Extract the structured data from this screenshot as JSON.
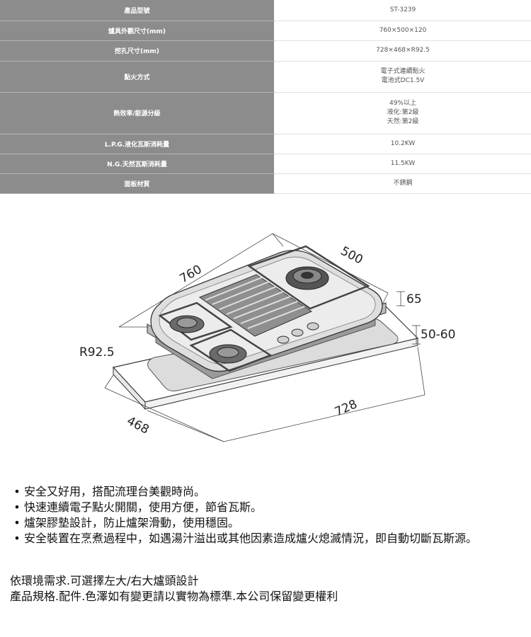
{
  "spec_table": [
    {
      "label": "產品型號",
      "value": [
        "ST-3239"
      ]
    },
    {
      "label": "爐具外觀尺寸(mm)",
      "value": [
        "760×500×120"
      ]
    },
    {
      "label": "挖孔尺寸(mm)",
      "value": [
        "728×468×R92.5"
      ]
    },
    {
      "label": "點火方式",
      "value": [
        "電子式連續點火",
        "電池式DC1.5V"
      ]
    },
    {
      "label": "熱效率/能源分級",
      "value": [
        "49%以上",
        "液化:第2級",
        "天然:第2級"
      ]
    },
    {
      "label": "L.P.G.液化瓦斯消耗量",
      "value": [
        "10.2KW"
      ]
    },
    {
      "label": "N.G.天然瓦斯消耗量",
      "value": [
        "11.5KW"
      ]
    },
    {
      "label": "面板材質",
      "value": [
        "不銹鋼"
      ]
    }
  ],
  "diagram": {
    "dims": {
      "length": "760",
      "depth": "500",
      "height": "65",
      "insert_depth": "50-60",
      "cutout_radius": "R92.5",
      "cutout_depth": "468",
      "cutout_length": "728"
    }
  },
  "features": [
    "安全又好用，搭配流理台美觀時尚。",
    "快速連續電子點火開關，使用方便，節省瓦斯。",
    "爐架膠墊設計，防止爐架滑動，使用穩固。",
    "安全裝置在烹煮過程中，如遇湯汁溢出或其他因素造成爐火熄滅情況，即自動切斷瓦斯源。"
  ],
  "bullet_symbol": "•",
  "notes": [
    "依環境需求.可選擇左大/右大爐頭設計",
    "產品規格.配件.色澤如有變更請以實物為標準.本公司保留變更權利"
  ]
}
